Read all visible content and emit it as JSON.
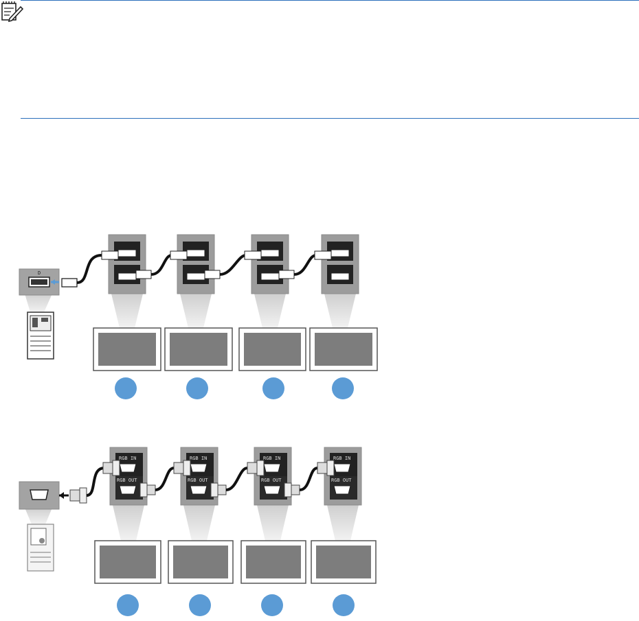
{
  "note": {
    "icon": "note-icon"
  },
  "colors": {
    "rule": "#2a6ebb",
    "callout": "#5b9bd5",
    "panel": "#9c9c9c",
    "port_label": "#1a1a1a"
  },
  "diagrams": [
    {
      "connection": "DisplayPort",
      "source": "computer-displayport-out",
      "monitors": 4
    },
    {
      "connection": "VGA",
      "source": "computer-vga-out",
      "monitors": 4,
      "port_labels": {
        "in": "RGB IN",
        "out": "RGB OUT"
      }
    }
  ]
}
